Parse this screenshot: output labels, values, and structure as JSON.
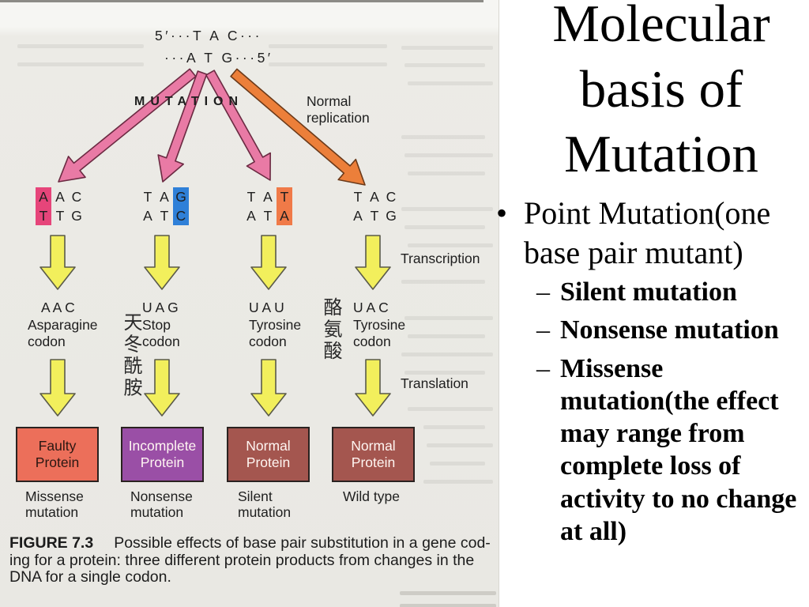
{
  "slide": {
    "title_lines": [
      "Molecular",
      "basis of",
      "Mutation"
    ],
    "bullet_glyph": "•",
    "bullet_lines": [
      "Point Mutation(one",
      "base pair mutant)"
    ],
    "sub_bullet_glyph": "–",
    "sub_bullets": [
      {
        "lines": [
          "Silent mutation"
        ]
      },
      {
        "lines": [
          "Nonsense mutation"
        ]
      },
      {
        "lines": [
          "Missense",
          "mutation(the effect",
          "may range from",
          "complete loss of",
          "activity to no change",
          "at all)"
        ]
      }
    ]
  },
  "figure": {
    "dna_strand_top": "5′···T A C···",
    "dna_strand_bottom": "···A T G···5′",
    "mutation_label": "MUTATION",
    "normal_replication_lines": [
      "Normal",
      "replication"
    ],
    "transcription_label": "Transcription",
    "translation_label": "Translation",
    "colors": {
      "mutation_arrow": "#e97aa5",
      "mutation_arrow_outline": "#6b2a42",
      "replication_arrow": "#ec7f3a",
      "replication_arrow_outline": "#6b3a1a",
      "process_arrow": "#f2ef5c",
      "process_arrow_outline": "#5a5a4a"
    },
    "annotations": {
      "asparagine": "天冬酰胺",
      "tyrosine": "酪氨酸"
    },
    "columns": [
      {
        "dna_top": [
          "A",
          "A",
          "C"
        ],
        "dna_bottom": [
          "T",
          "T",
          "G"
        ],
        "changed_base_index": 0,
        "highlight_color": "#e6457a",
        "mrna_codon": "A A C",
        "amino_acid": "Asparagine",
        "codon_word": "codon",
        "protein_lines": [
          "Faulty",
          "Protein"
        ],
        "protein_color": "#ec6f5a",
        "outcome_lines": [
          "Missense",
          "mutation"
        ]
      },
      {
        "dna_top": [
          "T",
          "A",
          "G"
        ],
        "dna_bottom": [
          "A",
          "T",
          "C"
        ],
        "changed_base_index": 2,
        "highlight_color": "#2f80d8",
        "mrna_codon": "U A G",
        "amino_acid": "Stop",
        "codon_word": "codon",
        "protein_lines": [
          "Incomplete",
          "Protein"
        ],
        "protein_color": "#9a4fa6",
        "outcome_lines": [
          "Nonsense",
          "mutation"
        ]
      },
      {
        "dna_top": [
          "T",
          "A",
          "T"
        ],
        "dna_bottom": [
          "A",
          "T",
          "A"
        ],
        "changed_base_index": 2,
        "highlight_color": "#f07a48",
        "mrna_codon": "U A U",
        "amino_acid": "Tyrosine",
        "codon_word": "codon",
        "protein_lines": [
          "Normal",
          "Protein"
        ],
        "protein_color": "#a4564f",
        "outcome_lines": [
          "Silent",
          "mutation"
        ]
      },
      {
        "dna_top": [
          "T",
          "A",
          "C"
        ],
        "dna_bottom": [
          "A",
          "T",
          "G"
        ],
        "changed_base_index": null,
        "mrna_codon": "U A C",
        "amino_acid": "Tyrosine",
        "codon_word": "codon",
        "protein_lines": [
          "Normal",
          "Protein"
        ],
        "protein_color": "#a4564f",
        "outcome_lines": [
          "Wild type"
        ]
      }
    ],
    "caption": {
      "label": "FIGURE 7.3",
      "lines": [
        "Possible effects of base pair substitution in a gene cod-",
        "ing for a protein: three different protein products from changes in the",
        "DNA for a single codon."
      ]
    }
  }
}
